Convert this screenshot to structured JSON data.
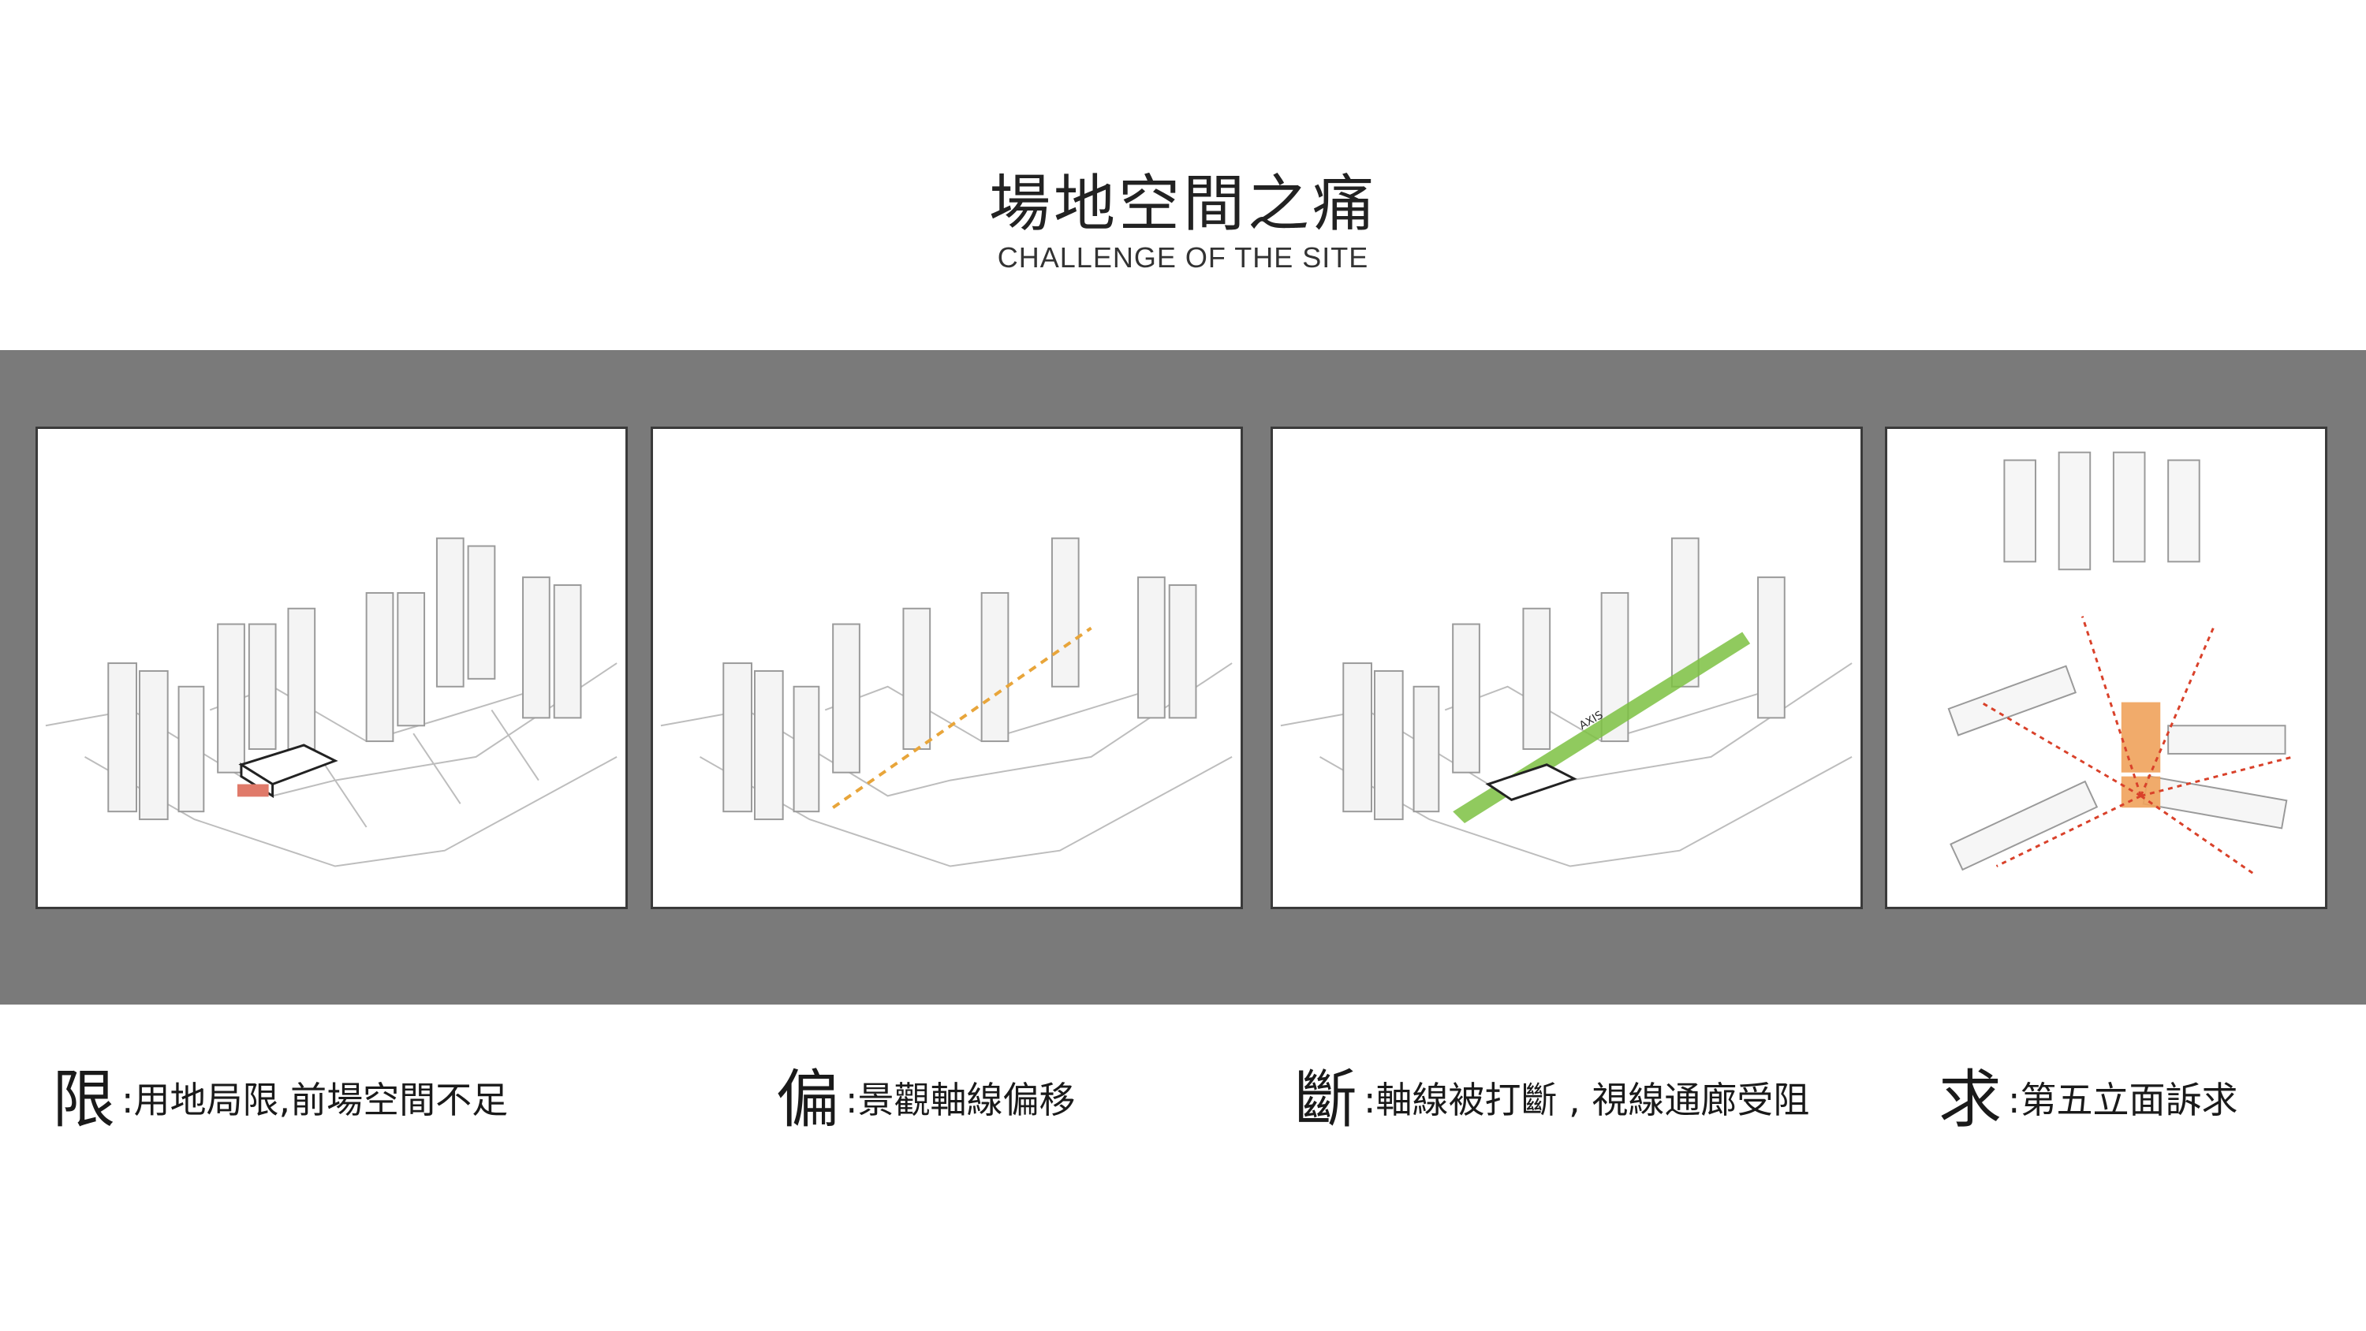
{
  "header": {
    "title": "場地空間之痛",
    "subtitle": "CHALLENGE OF THE SITE"
  },
  "panels": [
    {
      "name": "limited-site",
      "accent": "#e07a6a"
    },
    {
      "name": "offset-axis",
      "accent": "#e8a53a"
    },
    {
      "name": "broken-axis",
      "accent": "#7cc142",
      "label": "AXIS"
    },
    {
      "name": "fifth-facade",
      "accent": "#f0a35c"
    }
  ],
  "captions": [
    {
      "char": "限",
      "text": ":用地局限,前場空間不足"
    },
    {
      "char": "偏",
      "text": ":景觀軸線偏移"
    },
    {
      "char": "斷",
      "text": ":軸線被打斷 , 視線通廊受阻"
    },
    {
      "char": "求",
      "text": ":第五立面訴求"
    }
  ]
}
